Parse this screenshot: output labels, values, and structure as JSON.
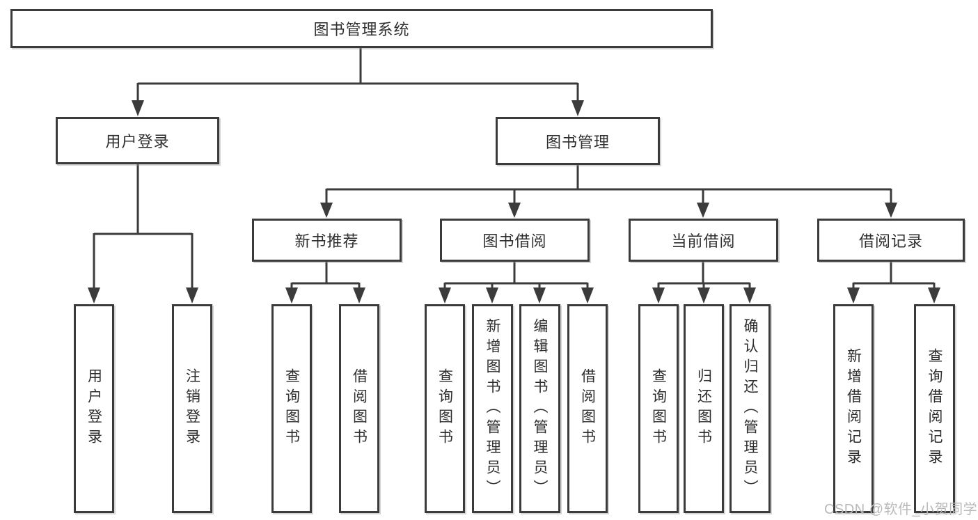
{
  "diagram": {
    "watermark": "CSDN @软件_小贺同学",
    "colors": {
      "line": "#3b3b3b",
      "border": "#3b3b3b",
      "text": "#2e2e2e",
      "background": "#ffffff",
      "watermark": "#b9b9b9"
    },
    "root": {
      "label": "图书管理系统"
    },
    "branches": [
      {
        "label": "用户登录",
        "children": [
          {
            "label": "用户登录"
          },
          {
            "label": "注销登录"
          }
        ]
      },
      {
        "label": "图书管理",
        "children": [
          {
            "label": "新书推荐",
            "children": [
              {
                "label": "查询图书"
              },
              {
                "label": "借阅图书"
              }
            ]
          },
          {
            "label": "图书借阅",
            "children": [
              {
                "label": "查询图书"
              },
              {
                "label": "新增图书（管理员）"
              },
              {
                "label": "编辑图书（管理员）"
              },
              {
                "label": "借阅图书"
              }
            ]
          },
          {
            "label": "当前借阅",
            "children": [
              {
                "label": "查询图书"
              },
              {
                "label": "归还图书"
              },
              {
                "label": "确认归还（管理员）"
              }
            ]
          },
          {
            "label": "借阅记录",
            "children": [
              {
                "label": "新增借阅记录"
              },
              {
                "label": "查询借阅记录"
              }
            ]
          }
        ]
      }
    ]
  }
}
